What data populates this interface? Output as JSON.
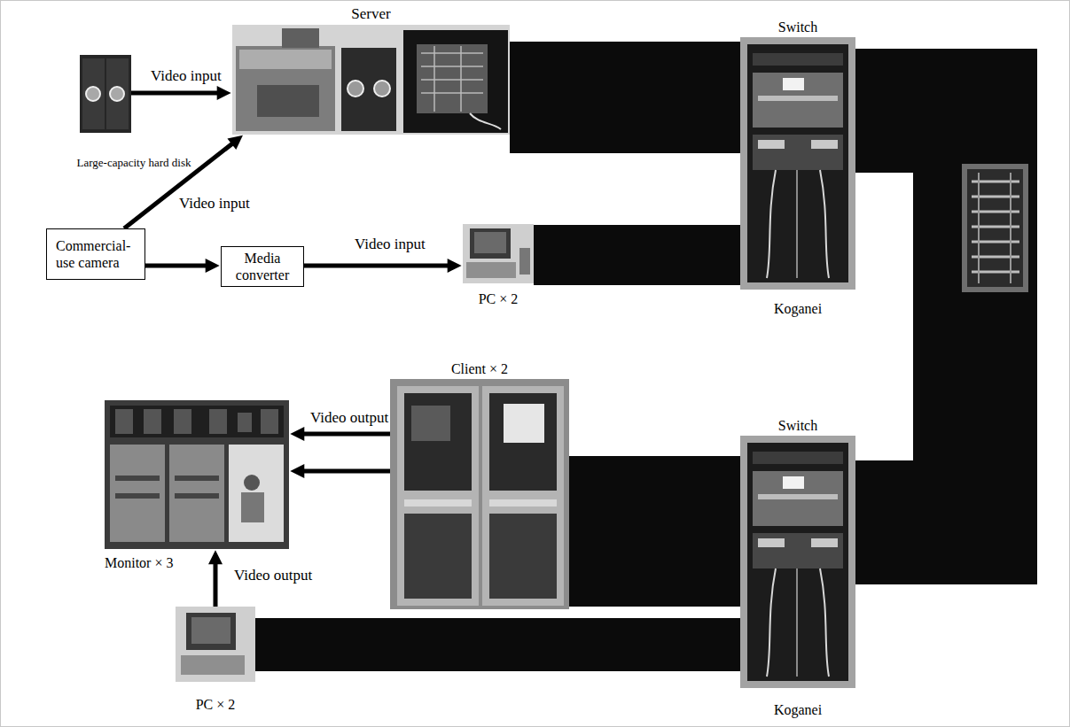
{
  "diagram": {
    "nodes": [
      {
        "text": [
          "Server"
        ]
      },
      {
        "text": [
          "Switch",
          "Koganei"
        ]
      },
      {
        "text": [
          "Large-capacity hard disk"
        ]
      },
      {
        "text": [
          "Commercial-use camera"
        ]
      },
      {
        "text": [
          "Media converter"
        ]
      },
      {
        "text": [
          "PC × 2"
        ]
      },
      {
        "text": [
          "Client × 2"
        ]
      },
      {
        "text": [
          "Switch",
          "Koganei"
        ]
      },
      {
        "text": [
          "Monitor × 3"
        ]
      },
      {
        "text": [
          "PC × 2"
        ]
      }
    ],
    "edges": [
      {
        "from": 2,
        "to": 0,
        "arrow": "to",
        "label": "Video input"
      },
      {
        "from": 3,
        "to": 0,
        "arrow": "to",
        "label": "Video input"
      },
      {
        "from": 3,
        "to": 4,
        "arrow": "to"
      },
      {
        "from": 4,
        "to": 5,
        "arrow": "to",
        "label": "Video input"
      },
      {
        "from": 0,
        "to": 1,
        "arrow": "none"
      },
      {
        "from": 5,
        "to": 1,
        "arrow": "none"
      },
      {
        "from": 1,
        "to": 7,
        "arrow": "none"
      },
      {
        "from": 6,
        "to": 8,
        "arrow": "to",
        "label": "Video output"
      },
      {
        "from": 6,
        "to": 8,
        "arrow": "to"
      },
      {
        "from": 9,
        "to": 8,
        "arrow": "to",
        "label": "Video output"
      },
      {
        "from": 6,
        "to": 7,
        "arrow": "none"
      },
      {
        "from": 9,
        "to": 7,
        "arrow": "none"
      }
    ]
  }
}
